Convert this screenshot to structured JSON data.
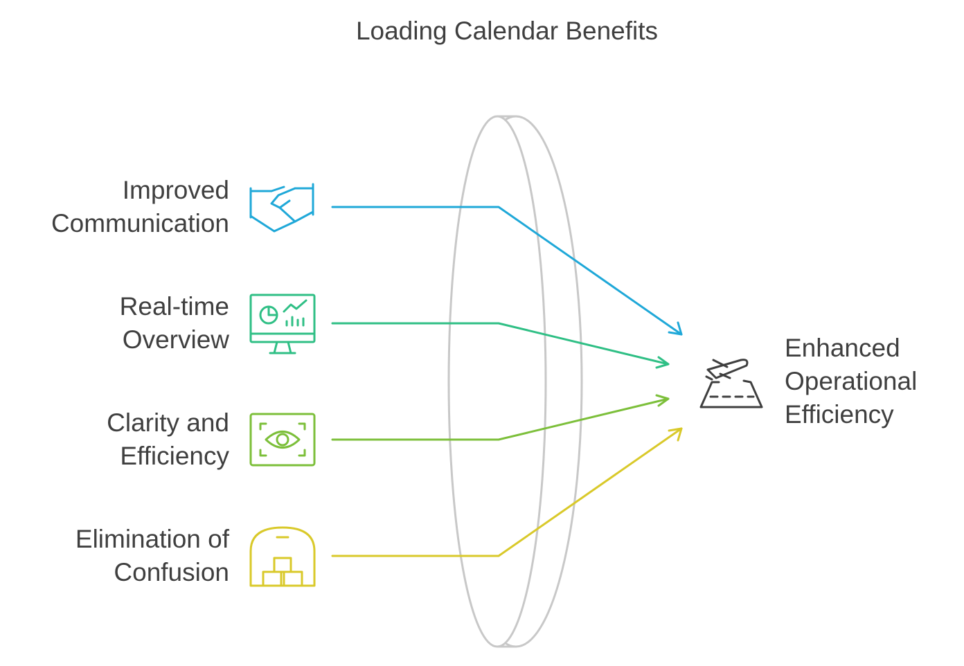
{
  "title": "Loading Calendar Benefits",
  "inputs": [
    {
      "lines": [
        "Improved",
        "Communication"
      ],
      "icon": "handshake-icon",
      "color": "#1fa8d8"
    },
    {
      "lines": [
        "Real-time",
        "Overview"
      ],
      "icon": "monitor-dashboard-icon",
      "color": "#2fbf85"
    },
    {
      "lines": [
        "Clarity and",
        "Efficiency"
      ],
      "icon": "eye-scan-icon",
      "color": "#7cbf3a"
    },
    {
      "lines": [
        "Elimination of",
        "Confusion"
      ],
      "icon": "cargo-container-icon",
      "color": "#d9c92a"
    }
  ],
  "output": {
    "lines": [
      "Enhanced",
      "Operational",
      "Efficiency"
    ],
    "icon": "airplane-runway-icon",
    "color": "#3f3f3f"
  },
  "lens_color": "#c8c8c8"
}
